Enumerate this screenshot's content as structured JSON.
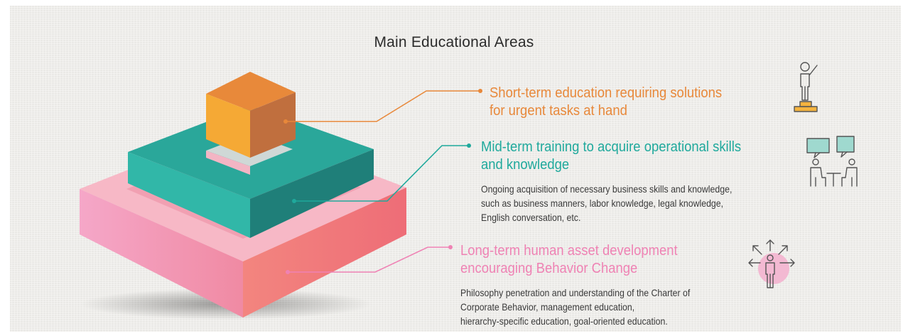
{
  "title": "Main Educational Areas",
  "areas": [
    {
      "heading_lines": [
        "Short-term education requiring solutions",
        "for urgent tasks at hand"
      ],
      "description_lines": [],
      "color": "#e8883a",
      "icon": "person-on-podium-icon"
    },
    {
      "heading_lines": [
        "Mid-term training to acquire operational skills",
        "and knowledge"
      ],
      "description_lines": [
        "Ongoing acquisition of necessary business skills and knowledge,",
        "such as business manners, labor knowledge, legal knowledge,",
        "English conversation, etc."
      ],
      "color": "#1fa99c",
      "icon": "two-people-meeting-icon"
    },
    {
      "heading_lines": [
        "Long-term human asset development",
        "encouraging Behavior Change"
      ],
      "description_lines": [
        "Philosophy penetration and understanding of the Charter of",
        "Corporate Behavior, management education,",
        "hierarchy-specific education, goal-oriented education."
      ],
      "color": "#ef82b4",
      "icon": "person-growth-arrows-icon"
    }
  ]
}
